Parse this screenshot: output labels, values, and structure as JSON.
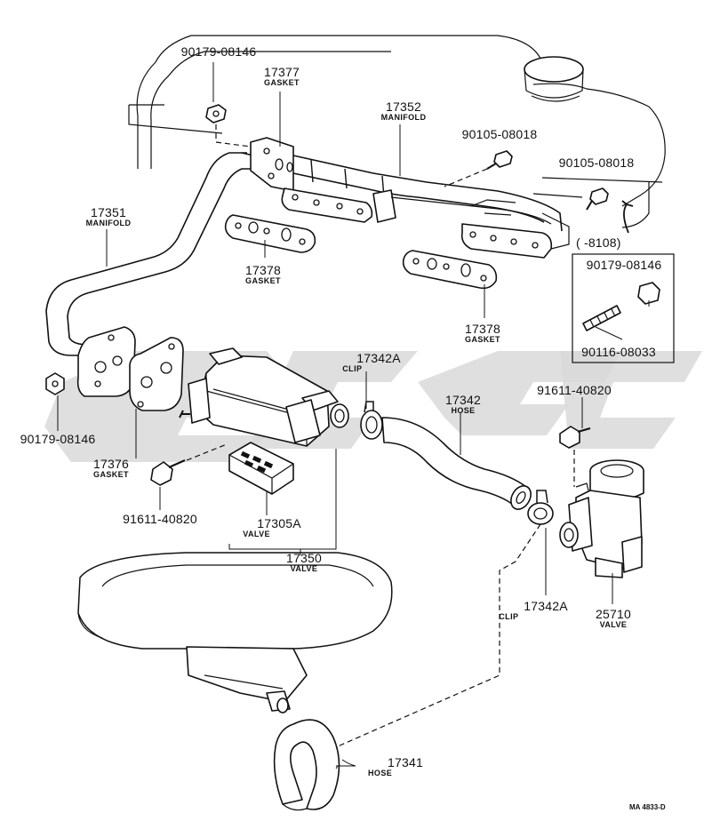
{
  "diagram": {
    "labels": [
      {
        "id": "l1",
        "number": "90179-08146",
        "name": ""
      },
      {
        "id": "l2",
        "number": "17377",
        "name": "GASKET"
      },
      {
        "id": "l3",
        "number": "17352",
        "name": "MANIFOLD"
      },
      {
        "id": "l4",
        "number": "90105-08018",
        "name": ""
      },
      {
        "id": "l5",
        "number": "90105-08018",
        "name": ""
      },
      {
        "id": "l6",
        "number": "17351",
        "name": "MANIFOLD"
      },
      {
        "id": "l7",
        "number": "17378",
        "name": "GASKET"
      },
      {
        "id": "l8",
        "number": "17378",
        "name": "GASKET"
      },
      {
        "id": "l9",
        "number": "(    -8108)",
        "name": ""
      },
      {
        "id": "l10",
        "number": "90179-08146",
        "name": ""
      },
      {
        "id": "l11",
        "number": "90116-08033",
        "name": ""
      },
      {
        "id": "l12",
        "number": "17342A",
        "name": "CLIP"
      },
      {
        "id": "l13",
        "number": "17342",
        "name": "HOSE"
      },
      {
        "id": "l14",
        "number": "91611-40820",
        "name": ""
      },
      {
        "id": "l15",
        "number": "90179-08146",
        "name": ""
      },
      {
        "id": "l16",
        "number": "17376",
        "name": "GASKET"
      },
      {
        "id": "l17",
        "number": "91611-40820",
        "name": ""
      },
      {
        "id": "l18",
        "number": "17305A",
        "name": "VALVE"
      },
      {
        "id": "l19",
        "number": "17350",
        "name": "VALVE"
      },
      {
        "id": "l20",
        "number": "17342A",
        "name": "CLIP"
      },
      {
        "id": "l21",
        "number": "25710",
        "name": "VALVE"
      },
      {
        "id": "l22",
        "number": "17341",
        "name": "HOSE"
      }
    ],
    "drawing_code": "MA 4833-D"
  }
}
